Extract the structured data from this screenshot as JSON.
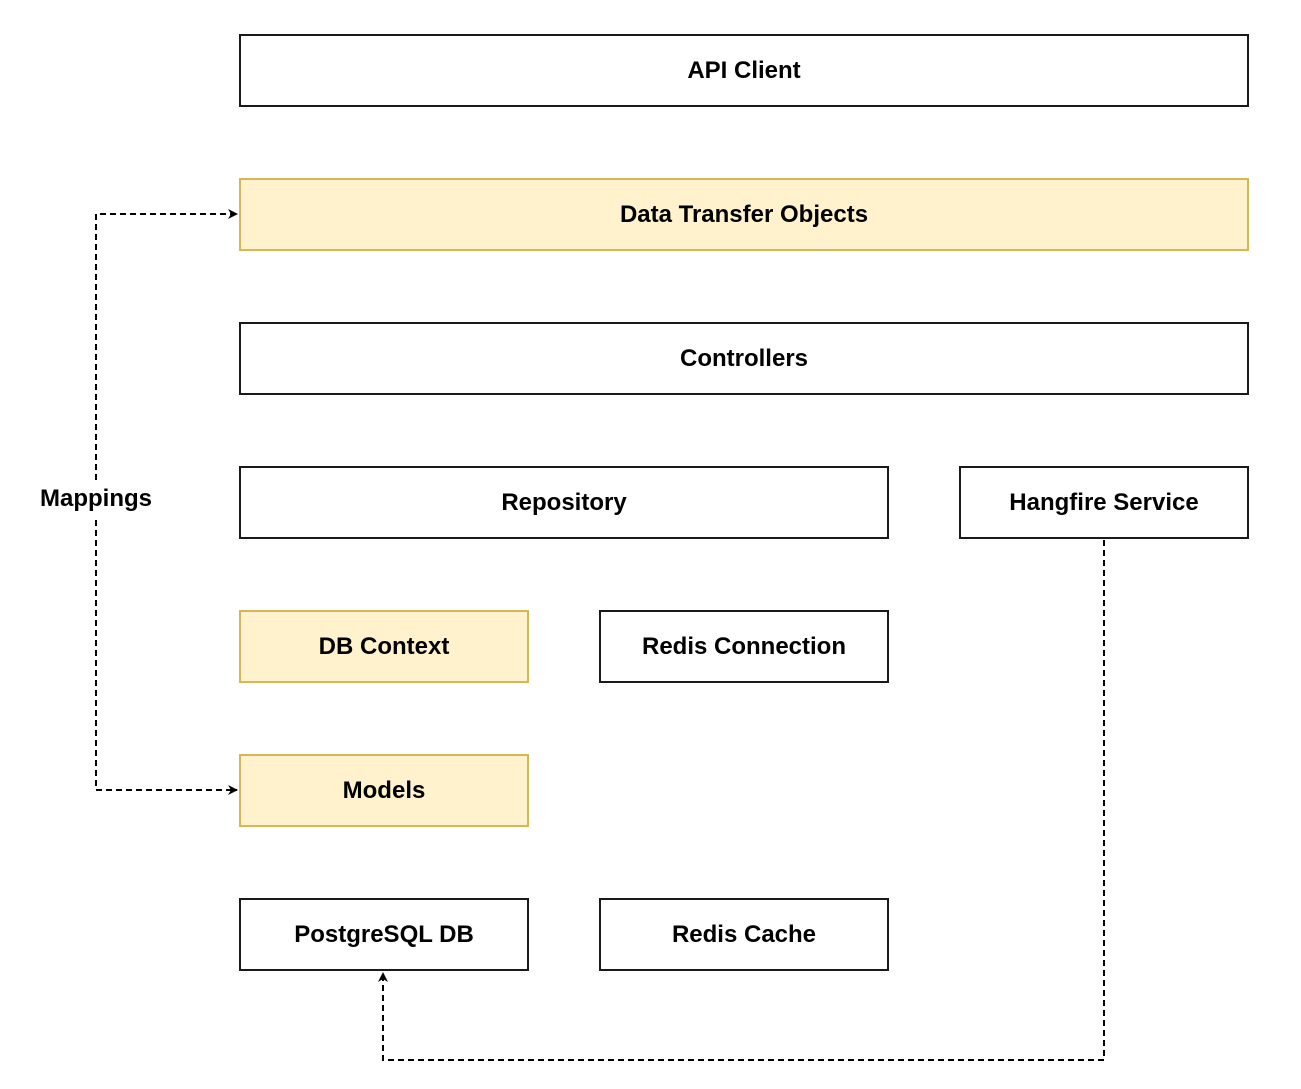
{
  "diagram": {
    "nodes": {
      "api_client": "API Client",
      "dto": "Data Transfer Objects",
      "controllers": "Controllers",
      "repository": "Repository",
      "hangfire": "Hangfire Service",
      "db_context": "DB Context",
      "redis_connection": "Redis Connection",
      "models": "Models",
      "postgres": "PostgreSQL DB",
      "redis_cache": "Redis Cache"
    },
    "edges": {
      "mappings_label": "Mappings"
    },
    "colors": {
      "highlight_fill": "#fff2cc",
      "highlight_border": "#d6b656",
      "default_border": "#1a1a1a"
    }
  }
}
